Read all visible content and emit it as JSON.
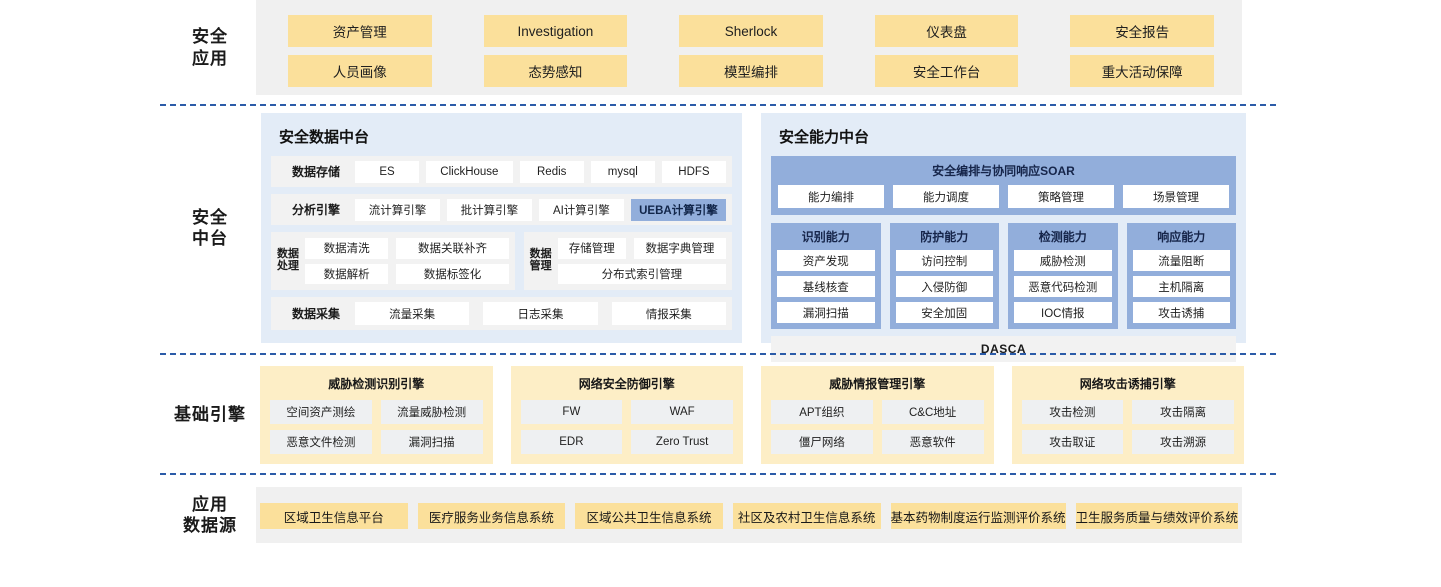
{
  "layers": [
    {
      "key": "security_application",
      "label_lines": [
        "安全",
        "应用"
      ],
      "apps": [
        "资产管理",
        "Investigation",
        "Sherlock",
        "仪表盘",
        "安全报告",
        "人员画像",
        "态势感知",
        "模型编排",
        "安全工作台",
        "重大活动保障"
      ]
    },
    {
      "key": "security_middle_platform",
      "label_lines": [
        "安全",
        "中台"
      ],
      "data_platform": {
        "title": "安全数据中台",
        "storage": {
          "key": "数据存储",
          "items": [
            "ES",
            "ClickHouse",
            "Redis",
            "mysql",
            "HDFS"
          ]
        },
        "analysis": {
          "key": "分析引擎",
          "items": [
            "流计算引擎",
            "批计算引擎",
            "AI计算引擎",
            "UEBA计算引擎"
          ],
          "selected": "UEBA计算引擎"
        },
        "processing": {
          "key": "数据处理",
          "items": [
            "数据清洗",
            "数据关联补齐",
            "数据解析",
            "数据标签化"
          ]
        },
        "management": {
          "key": "数据管理",
          "items": [
            "存储管理",
            "数据字典管理",
            "分布式索引管理"
          ]
        },
        "collection": {
          "key": "数据采集",
          "items": [
            "流量采集",
            "日志采集",
            "情报采集"
          ]
        }
      },
      "capability_platform": {
        "title": "安全能力中台",
        "soar": {
          "title": "安全编排与协同响应SOAR",
          "items": [
            "能力编排",
            "能力调度",
            "策略管理",
            "场景管理"
          ]
        },
        "columns": [
          {
            "title": "识别能力",
            "items": [
              "资产发现",
              "基线核查",
              "漏洞扫描"
            ]
          },
          {
            "title": "防护能力",
            "items": [
              "访问控制",
              "入侵防御",
              "安全加固"
            ]
          },
          {
            "title": "检测能力",
            "items": [
              "威胁检测",
              "恶意代码检测",
              "IOC情报"
            ]
          },
          {
            "title": "响应能力",
            "items": [
              "流量阻断",
              "主机隔离",
              "攻击诱捕"
            ]
          }
        ],
        "footer": "DASCA"
      }
    },
    {
      "key": "foundation_engine",
      "label_lines": [
        "基础引擎"
      ],
      "engines": [
        {
          "title": "威胁检测识别引擎",
          "items": [
            "空间资产测绘",
            "流量威胁检测",
            "恶意文件检测",
            "漏洞扫描"
          ]
        },
        {
          "title": "网络安全防御引擎",
          "items": [
            "FW",
            "WAF",
            "EDR",
            "Zero Trust"
          ]
        },
        {
          "title": "威胁情报管理引擎",
          "items": [
            "APT组织",
            "C&C地址",
            "僵尸网络",
            "恶意软件"
          ]
        },
        {
          "title": "网络攻击诱捕引擎",
          "items": [
            "攻击检测",
            "攻击隔离",
            "攻击取证",
            "攻击溯源"
          ]
        }
      ]
    },
    {
      "key": "application_data_source",
      "label_lines": [
        "应用",
        "数据源"
      ],
      "sources": [
        "区域卫生信息平台",
        "医疗服务业务信息系统",
        "区域公共卫生信息系统",
        "社区及农村卫生信息系统",
        "基本药物制度运行监测评价系统",
        "卫生服务质量与绩效评价系统"
      ]
    }
  ],
  "colors": {
    "accent_yellow": "#fbe09b",
    "accent_yellow_soft": "#fdeec6",
    "accent_blue": "#92aedb",
    "panel_blue": "#e3ecf7",
    "band_gray": "#f0f0f0",
    "box_gray": "#f2f2f2",
    "divider_blue": "#2b5ba8"
  }
}
